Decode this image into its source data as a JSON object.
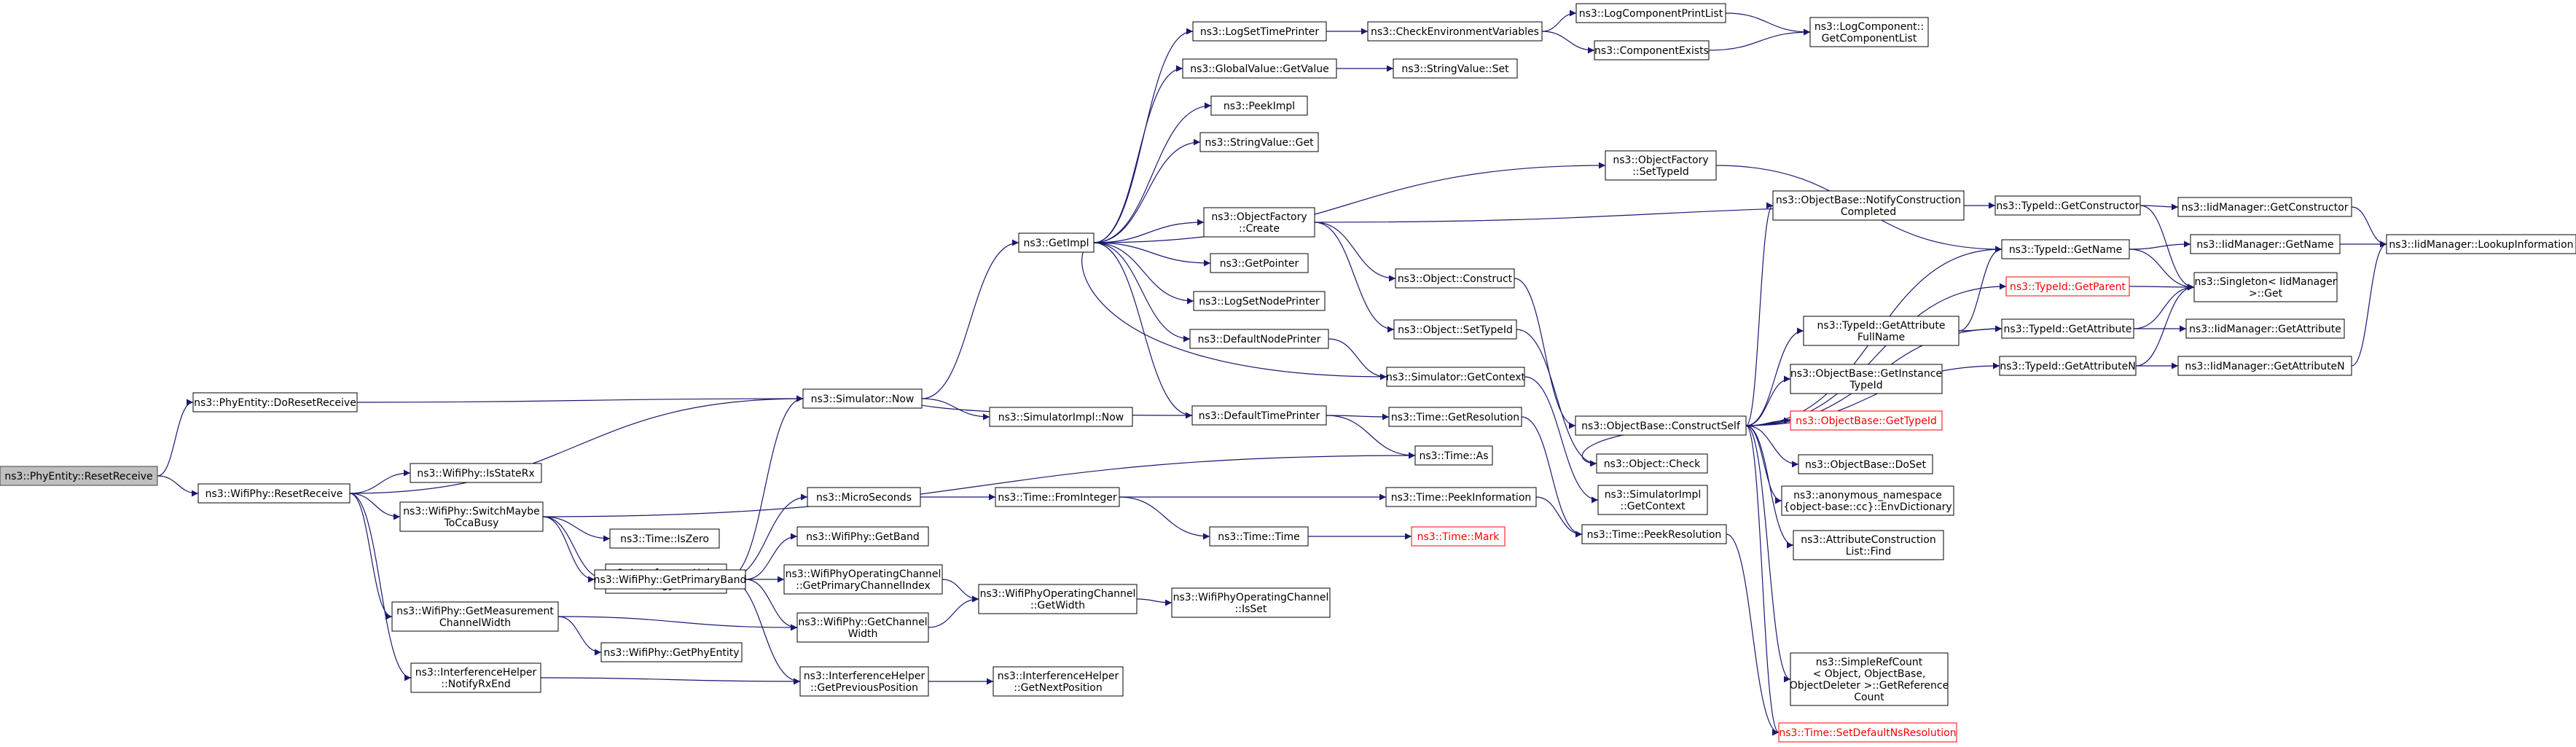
{
  "colors": {
    "edge": "#191970",
    "root_fill": "#bfbfbf",
    "node_border": "#000000",
    "missing_node": "#ff0000"
  },
  "nodes": {
    "resetReceivePhyEntity": [
      "ns3::PhyEntity::ResetReceive"
    ],
    "doResetReceive": [
      "ns3::PhyEntity::DoResetReceive"
    ],
    "wifiPhyResetReceive": [
      "ns3::WifiPhy::ResetReceive"
    ],
    "simNow": [
      "ns3::Simulator::Now"
    ],
    "isStateRx": [
      "ns3::WifiPhy::IsStateRx"
    ],
    "switchMaybe": [
      "ns3::WifiPhy::SwitchMaybe",
      "ToCcaBusy"
    ],
    "getMeasurement": [
      "ns3::WifiPhy::GetMeasurement",
      "ChannelWidth"
    ],
    "notifyRxEnd": [
      "ns3::InterferenceHelper",
      "::NotifyRxEnd"
    ],
    "getImpl": [
      "ns3::GetImpl"
    ],
    "simImplNow": [
      "ns3::SimulatorImpl::Now"
    ],
    "timeAs": [
      "ns3::Time::As"
    ],
    "isZero": [
      "ns3::Time::IsZero"
    ],
    "getEnergyDuration": [
      "ns3::InterferenceHelper",
      "::GetEnergyDuration"
    ],
    "getPrimaryBand": [
      "ns3::WifiPhy::GetPrimaryBand"
    ],
    "microSeconds": [
      "ns3::MicroSeconds"
    ],
    "getBand": [
      "ns3::WifiPhy::GetBand"
    ],
    "getPrimaryChannelIndex": [
      "ns3::WifiPhyOperatingChannel",
      "::GetPrimaryChannelIndex"
    ],
    "getChannelWidth": [
      "ns3::WifiPhy::GetChannel",
      "Width"
    ],
    "getPhyEntity": [
      "ns3::WifiPhy::GetPhyEntity"
    ],
    "getPreviousPosition": [
      "ns3::InterferenceHelper",
      "::GetPreviousPosition"
    ],
    "getNextPosition": [
      "ns3::InterferenceHelper",
      "::GetNextPosition"
    ],
    "fromInteger": [
      "ns3::Time::FromInteger"
    ],
    "peekInformation": [
      "ns3::Time::PeekInformation"
    ],
    "timeTime": [
      "ns3::Time::Time"
    ],
    "timeMark": [
      "ns3::Time::Mark"
    ],
    "opChanGetWidth": [
      "ns3::WifiPhyOperatingChannel",
      "::GetWidth"
    ],
    "opChanIsSet": [
      "ns3::WifiPhyOperatingChannel",
      "::IsSet"
    ],
    "logSetTimePrinter": [
      "ns3::LogSetTimePrinter"
    ],
    "globalValueGetValue": [
      "ns3::GlobalValue::GetValue"
    ],
    "peekImpl": [
      "ns3::PeekImpl"
    ],
    "stringValueGet": [
      "ns3::StringValue::Get"
    ],
    "objectFactoryCreate": [
      "ns3::ObjectFactory",
      "::Create"
    ],
    "getPointer": [
      "ns3::GetPointer"
    ],
    "logSetNodePrinter": [
      "ns3::LogSetNodePrinter"
    ],
    "defaultNodePrinter": [
      "ns3::DefaultNodePrinter"
    ],
    "defaultTimePrinter": [
      "ns3::DefaultTimePrinter"
    ],
    "checkEnvVars": [
      "ns3::CheckEnvironmentVariables"
    ],
    "stringValueSet": [
      "ns3::StringValue::Set"
    ],
    "objectFactorySetTypeId": [
      "ns3::ObjectFactory",
      "::SetTypeId"
    ],
    "objectConstruct": [
      "ns3::Object::Construct"
    ],
    "objectSetTypeId": [
      "ns3::Object::SetTypeId"
    ],
    "simGetContext": [
      "ns3::Simulator::GetContext"
    ],
    "timeGetResolution": [
      "ns3::Time::GetResolution"
    ],
    "logComponentPrintList": [
      "ns3::LogComponentPrintList"
    ],
    "componentExists": [
      "ns3::ComponentExists"
    ],
    "getComponentList": [
      "ns3::LogComponent::",
      "GetComponentList"
    ],
    "notifyConstructionCompleted": [
      "ns3::ObjectBase::NotifyConstruction",
      "Completed"
    ],
    "constructSelf": [
      "ns3::ObjectBase::ConstructSelf"
    ],
    "objectCheck": [
      "ns3::Object::Check"
    ],
    "simImplGetContext": [
      "ns3::SimulatorImpl",
      "::GetContext"
    ],
    "peekResolution": [
      "ns3::Time::PeekResolution"
    ],
    "typeIdGetConstructor": [
      "ns3::TypeId::GetConstructor"
    ],
    "typeIdGetName": [
      "ns3::TypeId::GetName"
    ],
    "typeIdGetParent": [
      "ns3::TypeId::GetParent"
    ],
    "getAttributeFullName": [
      "ns3::TypeId::GetAttribute",
      "FullName"
    ],
    "getInstanceTypeId": [
      "ns3::ObjectBase::GetInstance",
      "TypeId"
    ],
    "objectBaseGetTypeId": [
      "ns3::ObjectBase::GetTypeId"
    ],
    "objectBaseDoSet": [
      "ns3::ObjectBase::DoSet"
    ],
    "envDictionary": [
      "ns3::anonymous_namespace",
      "{object-base::cc}::EnvDictionary"
    ],
    "attrConstructionListFind": [
      "ns3::AttributeConstruction",
      "List::Find"
    ],
    "simpleRefCount": [
      "ns3::SimpleRefCount",
      "< Object, ObjectBase,",
      "ObjectDeleter >::GetReference",
      "Count"
    ],
    "setDefaultNsResolution": [
      "ns3::Time::SetDefaultNsResolution"
    ],
    "iidGetConstructor": [
      "ns3::IidManager::GetConstructor"
    ],
    "iidGetName": [
      "ns3::IidManager::GetName"
    ],
    "singletonGet": [
      "ns3::Singleton< IidManager",
      ">::Get"
    ],
    "typeIdGetAttribute": [
      "ns3::TypeId::GetAttribute"
    ],
    "typeIdGetAttributeN": [
      "ns3::TypeId::GetAttributeN"
    ],
    "iidGetAttribute": [
      "ns3::IidManager::GetAttribute"
    ],
    "iidGetAttributeN": [
      "ns3::IidManager::GetAttributeN"
    ],
    "iidLookupInformation": [
      "ns3::IidManager::LookupInformation"
    ]
  }
}
